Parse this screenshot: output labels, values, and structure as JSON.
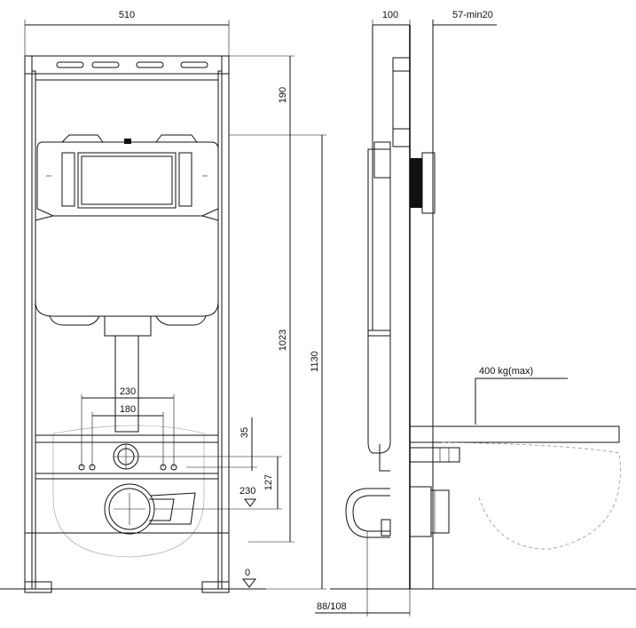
{
  "dimensions": {
    "frame_width": "510",
    "depth": "100",
    "wall_gap": "57-min20",
    "top_height": "190",
    "flush_height": "1023",
    "total_height": "1130",
    "bolt_outer": "230",
    "bolt_inner": "180",
    "inlet_offset": "35",
    "drain_height": "230",
    "bolt_to_drain": "127",
    "floor_level": "0",
    "drain_depth": "88/108",
    "load": "400 kg(max)"
  }
}
